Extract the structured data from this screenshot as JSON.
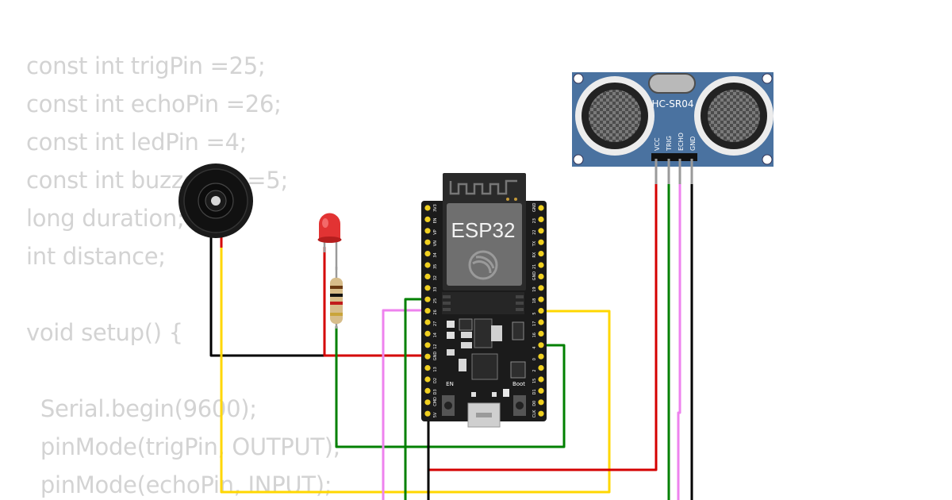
{
  "code_lines": [
    "const int trigPin =25;",
    "const int echoPin =26;",
    "const int ledPin =4;",
    "const int buzzerPin =5;",
    "long duration;",
    "int distance;",
    "",
    "void setup() {",
    "",
    "  Serial.begin(9600);",
    "  pinMode(trigPin, OUTPUT);",
    "  pinMode(echoPin, INPUT);"
  ],
  "board": {
    "label": "ESP32",
    "en_label": "EN",
    "boot_label": "Boot"
  },
  "sensor": {
    "label": "HC-SR04",
    "pins": [
      "VCC",
      "TRIG",
      "ECHO",
      "GND"
    ]
  },
  "board_pins_left": [
    "3V3",
    "EN",
    "VP",
    "VN",
    "34",
    "35",
    "32",
    "33",
    "25",
    "26",
    "27",
    "14",
    "12",
    "GND",
    "13",
    "D2",
    "D3",
    "CMD",
    "5V"
  ],
  "board_pins_right": [
    "GND",
    "23",
    "22",
    "TX",
    "RX",
    "21",
    "GND",
    "19",
    "18",
    "5",
    "17",
    "16",
    "4",
    "0",
    "2",
    "15",
    "D1",
    "D0",
    "CLK"
  ],
  "colors": {
    "wire_red": "#d40000",
    "wire_black": "#000000",
    "wire_green": "#008000",
    "wire_yellow": "#ffd700",
    "wire_violet": "#ee82ee",
    "sensor_board": "#4a72a0",
    "esp_board": "#1b1b1b",
    "pin_gold": "#f0d020",
    "code_text": "#d3d3d3"
  }
}
